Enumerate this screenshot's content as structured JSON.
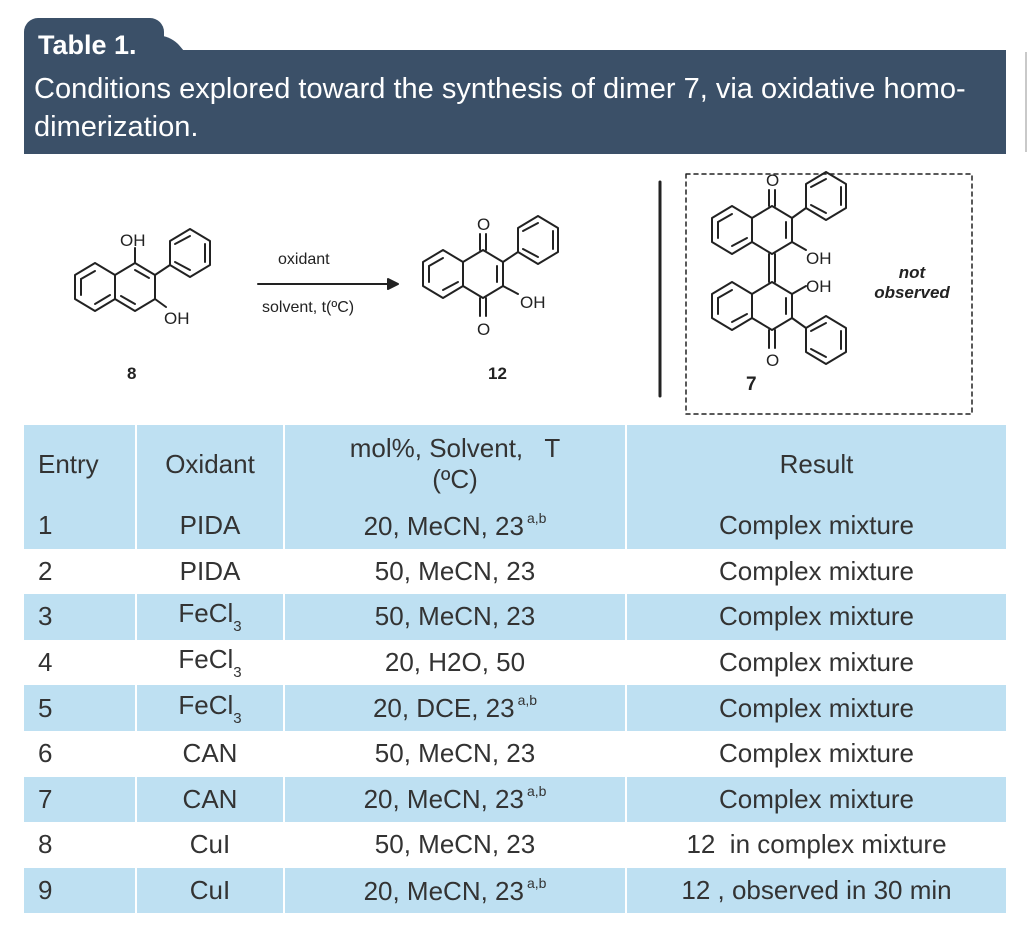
{
  "header": {
    "title": "Table 1.",
    "caption": "Conditions explored toward the synthesis of dimer  7, via oxidative homo-dimerization."
  },
  "scheme": {
    "reactant": {
      "label": "8",
      "oh_top": "OH",
      "oh_bottom": "OH"
    },
    "arrow": {
      "above": "oxidant",
      "below": "solvent, t(ºC)"
    },
    "product": {
      "label": "12",
      "o_top": "O",
      "o_bottom": "O",
      "oh": "OH"
    },
    "dimer": {
      "label": "7",
      "o_top": "O",
      "o_bottom": "O",
      "oh_1": "OH",
      "oh_2": "OH",
      "note_line1": "not",
      "note_line2": "observed"
    }
  },
  "table": {
    "headers": {
      "entry": "Entry",
      "oxidant": "Oxidant",
      "conditions_line1": "mol%, Solvent,   T",
      "conditions_line2": "(ºC)",
      "result": "Result"
    },
    "rows": [
      {
        "entry": "1",
        "oxidant": "PIDA",
        "oxidant_sub": "",
        "conditions": "20, MeCN, 23",
        "note": "a,b",
        "result": "Complex mixture"
      },
      {
        "entry": "2",
        "oxidant": "PIDA",
        "oxidant_sub": "",
        "conditions": "50, MeCN, 23",
        "note": "",
        "result": "Complex mixture"
      },
      {
        "entry": "3",
        "oxidant": "FeCl",
        "oxidant_sub": "3",
        "conditions": "50, MeCN, 23",
        "note": "",
        "result": "Complex mixture"
      },
      {
        "entry": "4",
        "oxidant": "FeCl",
        "oxidant_sub": "3",
        "conditions": "20, H2O, 50",
        "note": "",
        "result": "Complex mixture"
      },
      {
        "entry": "5",
        "oxidant": "FeCl",
        "oxidant_sub": "3",
        "conditions": "20, DCE, 23",
        "note": "a,b",
        "result": "Complex mixture"
      },
      {
        "entry": "6",
        "oxidant": "CAN",
        "oxidant_sub": "",
        "conditions": "50, MeCN, 23",
        "note": "",
        "result": "Complex mixture"
      },
      {
        "entry": "7",
        "oxidant": "CAN",
        "oxidant_sub": "",
        "conditions": "20, MeCN, 23",
        "note": "a,b",
        "result": "Complex mixture"
      },
      {
        "entry": "8",
        "oxidant": "CuI",
        "oxidant_sub": "",
        "conditions": "50, MeCN, 23",
        "note": "",
        "result": "12  in complex mixture"
      },
      {
        "entry": "9",
        "oxidant": "CuI",
        "oxidant_sub": "",
        "conditions": "20, MeCN, 23",
        "note": "a,b",
        "result": "12 , observed in 30 min"
      }
    ]
  },
  "colors": {
    "header_bg": "#3b5068",
    "row_highlight": "#bee0f2",
    "text": "#333333"
  }
}
